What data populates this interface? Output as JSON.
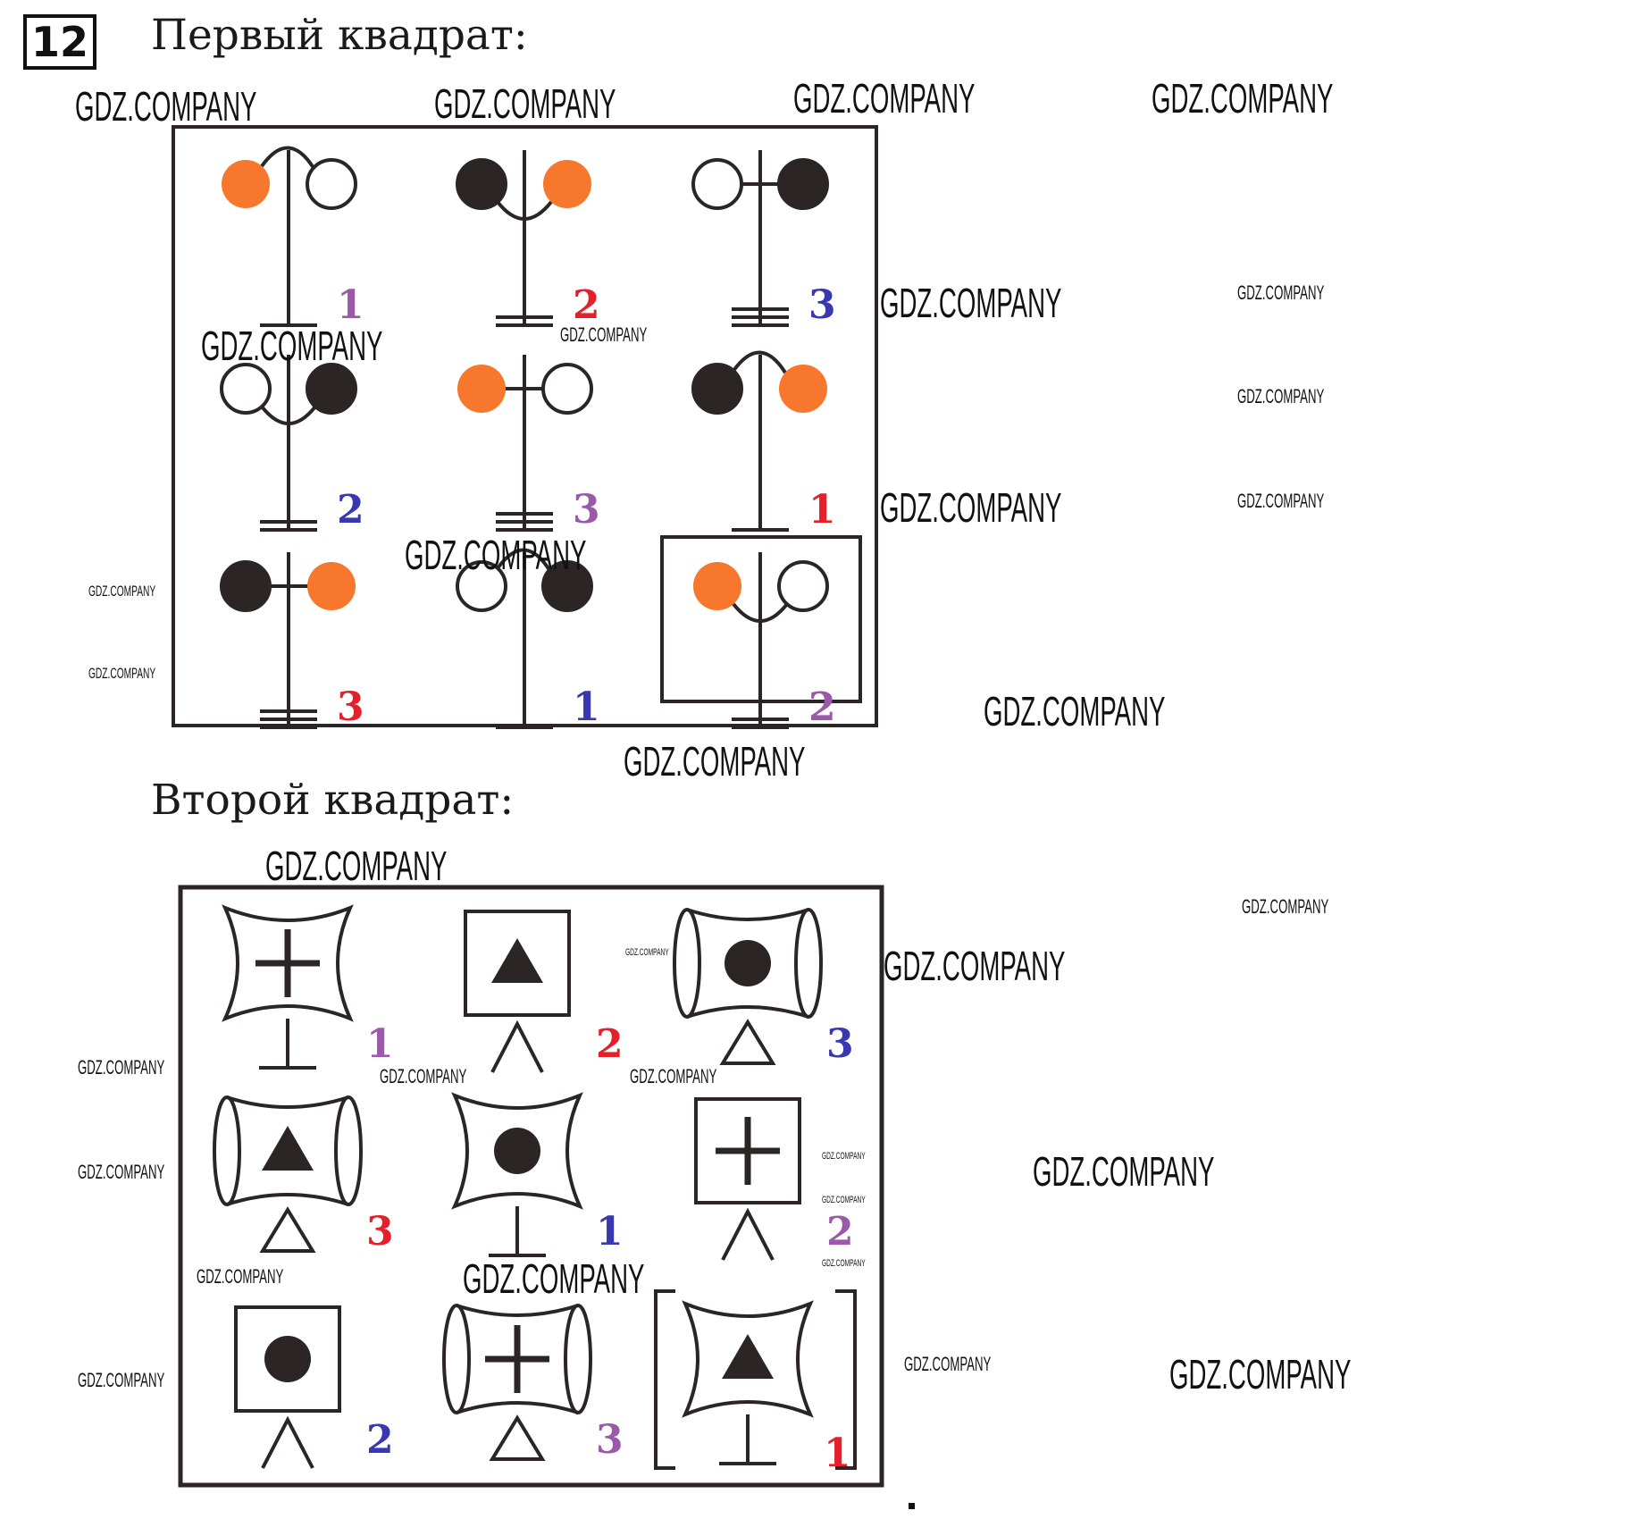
{
  "task_number": "12",
  "section1": {
    "title": "Первый квадрат:",
    "cells": [
      {
        "connector": "arc-top",
        "left": "orange",
        "right": "white",
        "base": 1,
        "label": "1",
        "label_color": "purple"
      },
      {
        "connector": "arc-bottom",
        "left": "black",
        "right": "orange",
        "base": 2,
        "label": "2",
        "label_color": "red"
      },
      {
        "connector": "line",
        "left": "white",
        "right": "black",
        "base": 3,
        "label": "3",
        "label_color": "blue"
      },
      {
        "connector": "arc-bottom",
        "left": "white",
        "right": "black",
        "base": 2,
        "label": "2",
        "label_color": "blue"
      },
      {
        "connector": "line",
        "left": "orange",
        "right": "white",
        "base": 3,
        "label": "3",
        "label_color": "purple"
      },
      {
        "connector": "arc-top",
        "left": "black",
        "right": "orange",
        "base": 1,
        "label": "1",
        "label_color": "red"
      },
      {
        "connector": "line",
        "left": "black",
        "right": "orange",
        "base": 3,
        "label": "3",
        "label_color": "red"
      },
      {
        "connector": "arc-top",
        "left": "white",
        "right": "black",
        "base": 1,
        "label": "1",
        "label_color": "blue"
      },
      {
        "connector": "arc-bottom",
        "left": "orange",
        "right": "white",
        "base": 2,
        "label": "2",
        "label_color": "purple",
        "answer": true
      }
    ]
  },
  "section2": {
    "title": "Второй квадрат:",
    "cells": [
      {
        "frame": "concave",
        "symbol": "plus",
        "stand": "t-bar",
        "label": "1",
        "label_color": "purple"
      },
      {
        "frame": "square",
        "symbol": "triangle",
        "stand": "caret",
        "label": "2",
        "label_color": "red"
      },
      {
        "frame": "cylinder",
        "symbol": "circle",
        "stand": "triangle-outline",
        "label": "3",
        "label_color": "blue"
      },
      {
        "frame": "cylinder",
        "symbol": "triangle",
        "stand": "triangle-outline",
        "label": "3",
        "label_color": "red"
      },
      {
        "frame": "concave",
        "symbol": "circle",
        "stand": "t-bar",
        "label": "1",
        "label_color": "blue"
      },
      {
        "frame": "square",
        "symbol": "plus",
        "stand": "caret",
        "label": "2",
        "label_color": "purple"
      },
      {
        "frame": "square",
        "symbol": "circle",
        "stand": "caret",
        "label": "2",
        "label_color": "blue"
      },
      {
        "frame": "cylinder",
        "symbol": "plus",
        "stand": "triangle-outline",
        "label": "3",
        "label_color": "purple"
      },
      {
        "frame": "concave",
        "symbol": "triangle",
        "stand": "t-bar",
        "label": "1",
        "label_color": "red",
        "answer": true
      }
    ]
  },
  "colors": {
    "orange": "#f7782d",
    "black": "#2b2525",
    "white": "#ffffff",
    "purple": "#9a5aa8",
    "red": "#e3202b",
    "blue": "#3838b0",
    "line": "#2b2525"
  },
  "watermark": "GDZ.COMPANY"
}
